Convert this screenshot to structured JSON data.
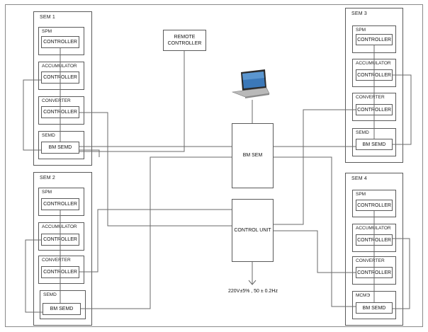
{
  "sem_blocks": {
    "sem1": {
      "title": "SEM 1",
      "spm": {
        "label": "SPM",
        "controller": "CONTROLLER"
      },
      "accumulator": {
        "label": "ACCUMULATOR",
        "controller": "CONTROLLER"
      },
      "converter": {
        "label": "CONVERTER",
        "controller": "CONTROLLER"
      },
      "semd": {
        "label": "SEMD",
        "controller": "BM SEMD"
      }
    },
    "sem2": {
      "title": "SEM 2",
      "spm": {
        "label": "SPM",
        "controller": "CONTROLLER"
      },
      "accumulator": {
        "label": "ACCUMULATOR",
        "controller": "CONTROLLER"
      },
      "converter": {
        "label": "CONVERTER",
        "controller": "CONTROLLER"
      },
      "semd": {
        "label": "SEMD",
        "controller": "BM SEMD"
      }
    },
    "sem3": {
      "title": "SEM 3",
      "spm": {
        "label": "SPM",
        "controller": "CONTROLLER"
      },
      "accumulator": {
        "label": "ACCUMULATOR",
        "controller": "CONTROLLER"
      },
      "converter": {
        "label": "CONVERTER",
        "controller": "CONTROLLER"
      },
      "semd": {
        "label": "SEMD",
        "controller": "BM SEMD"
      }
    },
    "sem4": {
      "title": "SEM 4",
      "spm": {
        "label": "SPM",
        "controller": "CONTROLLER"
      },
      "accumulator": {
        "label": "ACCUMULATOR",
        "controller": "CONTROLLER"
      },
      "converter": {
        "label": "CONVERTER",
        "controller": "CONTROLLER"
      },
      "semd": {
        "label": "МСМЭ",
        "controller": "BM SEMD"
      }
    }
  },
  "remote_controller": {
    "line1": "REMOTE",
    "line2": "CONTROLLER"
  },
  "bm_sem": {
    "label": "BM SEM"
  },
  "control_unit": {
    "label": "CONTROL UNIT"
  },
  "power_supply": {
    "label": "220V±5% , 50 ± 0.2Hz"
  },
  "laptop": {
    "icon": "laptop-icon"
  },
  "colors": {
    "line": "#6a6a6a",
    "box_border": "#5a5a5a",
    "laptop_screen": "#3b78b8"
  }
}
